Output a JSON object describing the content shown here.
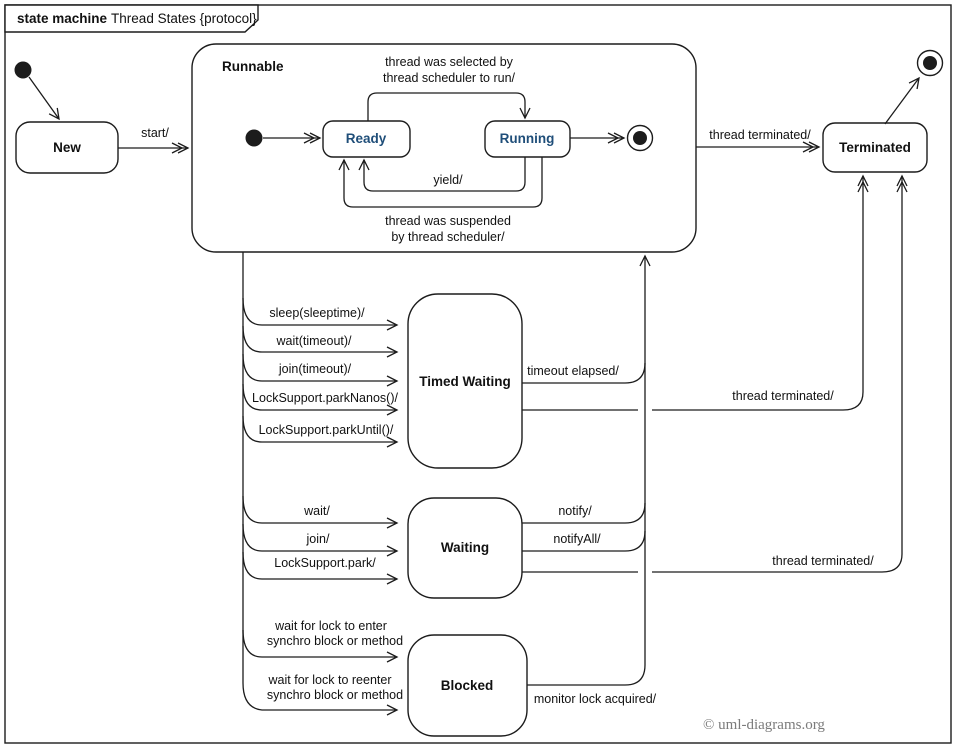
{
  "frame": {
    "title_keyword": "state machine",
    "title_name": "Thread States {protocol}"
  },
  "states": {
    "new": "New",
    "runnable": "Runnable",
    "ready": "Ready",
    "running": "Running",
    "terminated": "Terminated",
    "timed_waiting": "Timed Waiting",
    "waiting": "Waiting",
    "blocked": "Blocked"
  },
  "transitions": {
    "start": "start/",
    "selected_l1": "thread was selected by",
    "selected_l2": "thread scheduler to run/",
    "yield": "yield/",
    "suspended_l1": "thread was suspended",
    "suspended_l2": "by thread scheduler/",
    "thread_terminated_runnable": "thread terminated/",
    "sleep": "sleep(sleeptime)/",
    "wait_timeout": "wait(timeout)/",
    "join_timeout": "join(timeout)/",
    "park_nanos": "LockSupport.parkNanos()/",
    "park_until": "LockSupport.parkUntil()/",
    "timeout_elapsed": "timeout elapsed/",
    "thread_terminated_timed": "thread terminated/",
    "wait": "wait/",
    "join": "join/",
    "park": "LockSupport.park/",
    "notify": "notify/",
    "notify_all": "notifyAll/",
    "thread_terminated_waiting": "thread terminated/",
    "lock_enter_l1": "wait for lock to enter",
    "lock_enter_l2": "synchro block or method",
    "lock_reenter_l1": "wait for lock to reenter",
    "lock_reenter_l2": "synchro block or method",
    "monitor_lock": "monitor lock acquired/"
  },
  "watermark": "© uml-diagrams.org",
  "colors": {
    "background": "#ffffff",
    "line": "#1c1c1c",
    "ink": "#111111",
    "state_link": "#1f4e79",
    "watermark": "#7b7b7b"
  }
}
